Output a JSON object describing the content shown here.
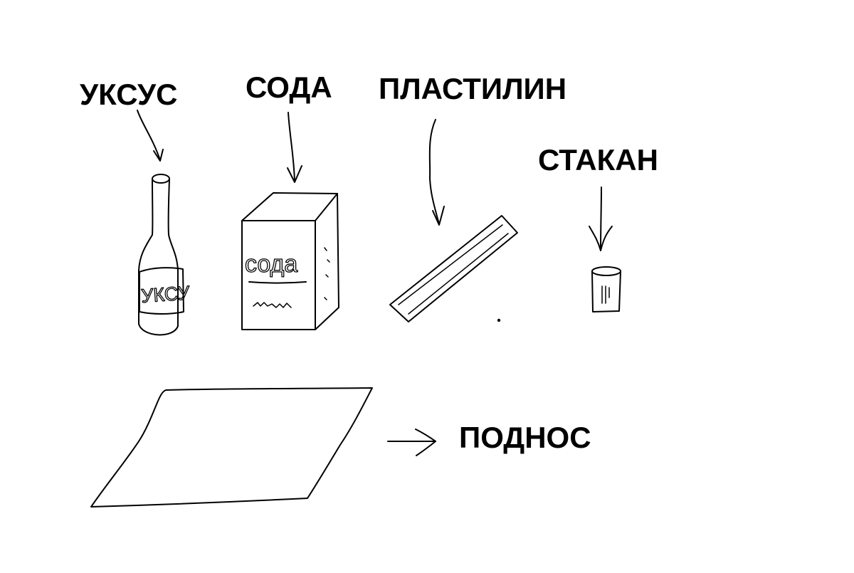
{
  "labels": {
    "vinegar": "УКСУС",
    "soda": "СОДА",
    "plasticine": "ПЛАСТИЛИН",
    "glass": "СТАКАН",
    "tray": "ПОДНОС"
  },
  "item_text": {
    "bottle_label": "УКСУ",
    "box_label": "сода"
  },
  "colors": {
    "ink": "#000000",
    "background": "#ffffff"
  }
}
